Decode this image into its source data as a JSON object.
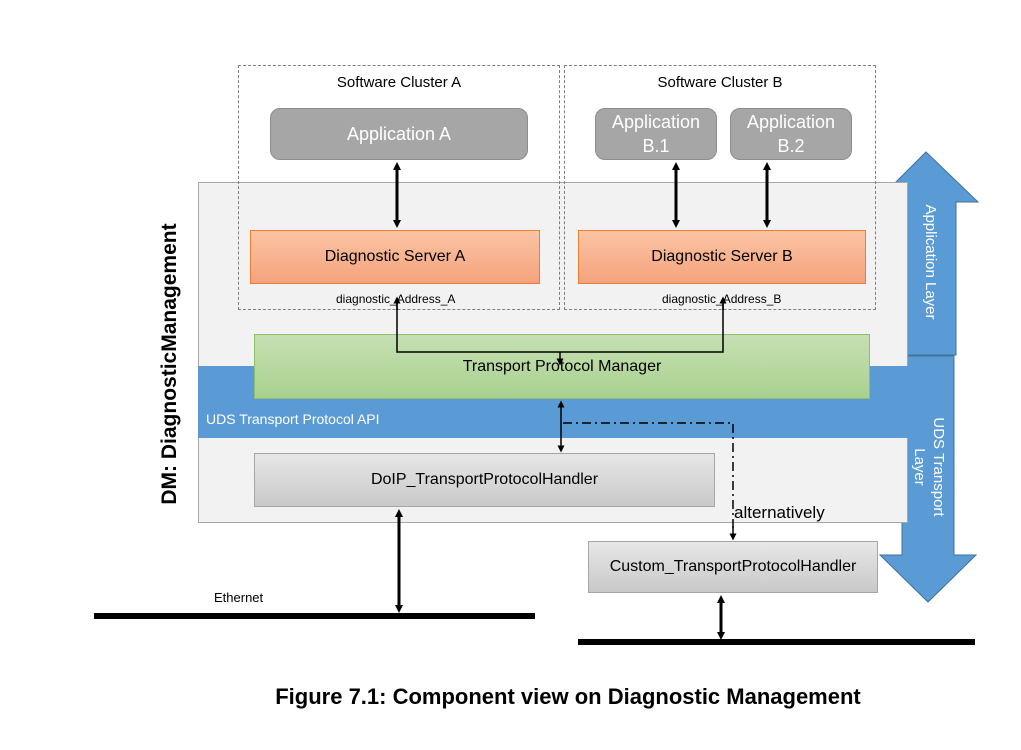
{
  "diagram": {
    "side_title": "DM: DiagnosticManagement",
    "caption": "Figure 7.1: Component view on Diagnostic Management",
    "cluster_a": {
      "title": "Software Cluster A",
      "app": "Application A",
      "server": "Diagnostic Server A",
      "address": "diagnostic_Address_A"
    },
    "cluster_b": {
      "title": "Software Cluster B",
      "app1_line1": "Application",
      "app1_line2": "B.1",
      "app2_line1": "Application",
      "app2_line2": "B.2",
      "server": "Diagnostic Server B",
      "address": "diagnostic_Address_B"
    },
    "tpm": "Transport Protocol Manager",
    "uds_api": "UDS Transport Protocol API",
    "doip_handler": "DoIP_TransportProtocolHandler",
    "custom_handler": "Custom_TransportProtocolHandler",
    "alternatively": "alternatively",
    "ethernet": "Ethernet",
    "layer_app": "Application Layer",
    "layer_uds_line1": "UDS Transport",
    "layer_uds_line2": "Layer"
  },
  "colors": {
    "uds_blue": "#5b9bd5",
    "server_orange": "#f4a37d",
    "tpm_green": "#a9d18e",
    "app_gray": "#a6a6a6"
  }
}
